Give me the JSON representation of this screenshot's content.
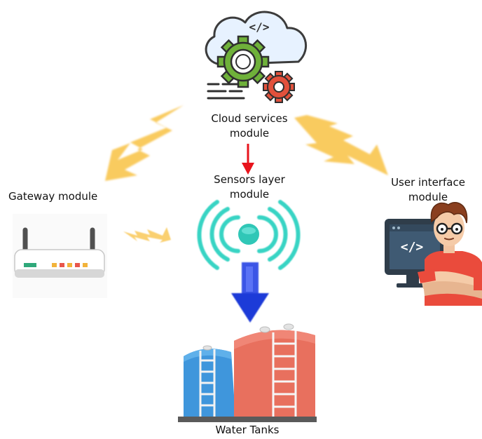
{
  "diagram": {
    "cloud": {
      "label_line1": "Cloud services",
      "label_line2": "module",
      "icon": "cloud-gears-icon"
    },
    "sensors": {
      "label_line1": "Sensors layer",
      "label_line2": "module",
      "icon": "wireless-sensor-icon"
    },
    "gateway": {
      "label": "Gateway module",
      "icon": "router-icon"
    },
    "user_interface": {
      "label_line1": "User interface",
      "label_line2": "module",
      "icon": "developer-at-computer-icon"
    },
    "tanks": {
      "label": "Water Tanks",
      "icon": "water-tanks-icon"
    },
    "colors": {
      "lightning": "#f9c857",
      "red_arrow": "#e8141c",
      "blue_arrow": "#1f3ad8",
      "sensor_teal": "#39d4c4",
      "tank_red": "#e8705e",
      "tank_blue": "#3f96dc",
      "gear_green": "#6fb13a",
      "gear_red": "#e2513c"
    }
  }
}
